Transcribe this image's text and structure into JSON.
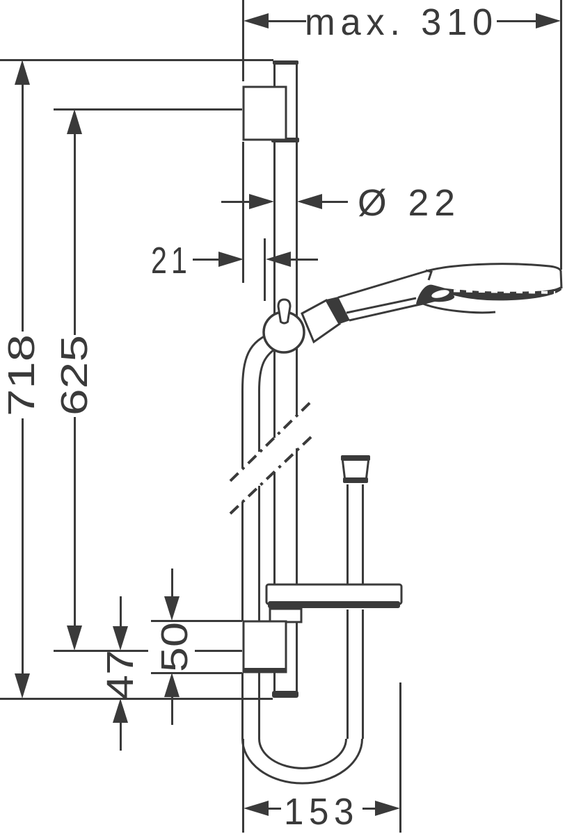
{
  "figure": {
    "kind": "technical dimension drawing",
    "subject": "shower slide-bar set with hand shower, hose and soap dish"
  },
  "colors": {
    "line": "#3a3a3a",
    "background": "#ffffff"
  },
  "dimensions": {
    "overall_width": "max. 310",
    "rail_diameter": "Ø 22",
    "wall_clearance": "21",
    "overall_height": "718",
    "bracket_spacing": "625",
    "bracket_height": "50",
    "axis_to_rail_end": "47",
    "hose_loop_width": "153"
  }
}
